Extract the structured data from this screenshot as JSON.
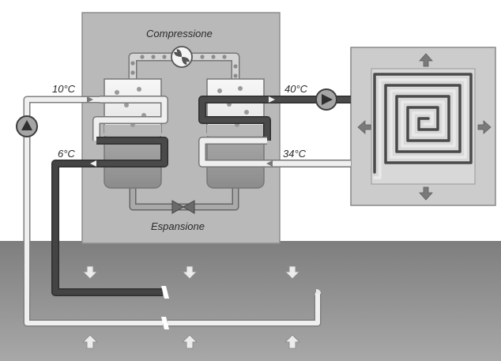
{
  "labels": {
    "compression": "Compressione",
    "expansion": "Espansione",
    "temp_ground_in": "10°C",
    "temp_ground_out": "6°C",
    "temp_floor_supply": "40°C",
    "temp_floor_return": "34°C"
  },
  "colors": {
    "ground": "#8a8a8a",
    "unit_box": "#b9b9b9",
    "panel": "#c9c9c9",
    "dark_pipe": "#3d3d3d",
    "light_pipe": "#eeeeee",
    "pipe_outline": "#777777"
  }
}
